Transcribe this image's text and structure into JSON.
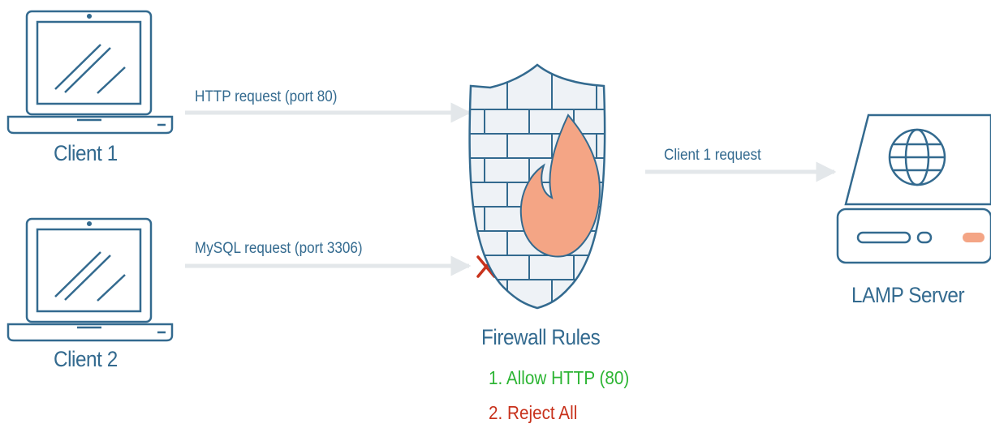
{
  "nodes": {
    "client1": "Client 1",
    "client2": "Client 2",
    "firewall": "Firewall Rules",
    "server": "LAMP Server"
  },
  "edges": {
    "http": "HTTP request (port 80)",
    "mysql": "MySQL request (port 3306)",
    "forward": "Client 1 request"
  },
  "rules": [
    {
      "text": "1.  Allow HTTP (80)",
      "status": "allow"
    },
    {
      "text": "2. Reject All",
      "status": "reject"
    }
  ],
  "colors": {
    "outline": "#336a8f",
    "arrow": "#e3e7ea",
    "allow": "#2db534",
    "reject": "#c8321c",
    "flame": "#f4a585",
    "brick_fill": "#eef2f6",
    "accent": "#f4a585"
  },
  "icons": {
    "client1": "laptop-icon",
    "client2": "laptop-icon",
    "firewall": "shield-firewall-icon",
    "server": "server-globe-icon",
    "allowed": "check-icon",
    "rejected": "x-icon"
  }
}
